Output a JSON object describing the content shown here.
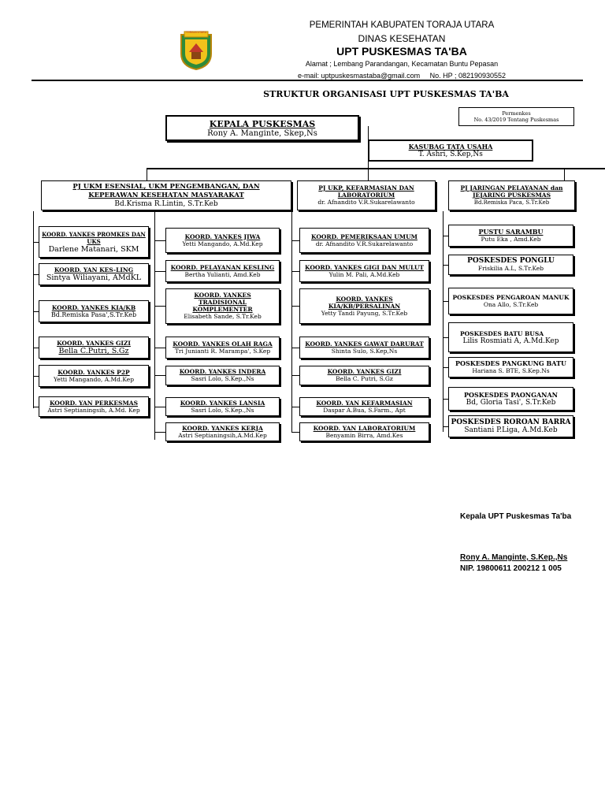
{
  "header": {
    "line1": "PEMERINTAH KABUPATEN TORAJA UTARA",
    "line2": "DINAS KESEHATAN",
    "line3": "UPT PUSKESMAS TA'BA",
    "address": "Alamat ; Lembang Parandangan, Kecamatan Buntu Pepasan",
    "contact": "e-mail: uptpuskesmastaba@gmail.com     No. HP ; 082190930552",
    "logo_text": "TORAJA UTARA"
  },
  "doc_title": "STRUKTUR ORGANISASI UPT PUSKESMAS TA'BA",
  "regulation": {
    "line1": "Permenkes",
    "line2": "No. 43/2019 Tentang Puskesmas"
  },
  "head": {
    "title": "KEPALA PUSKESMAS",
    "name": "Rony A. Manginte, Skep,Ns"
  },
  "kasubag": {
    "title": "KASUBAG TATA USAHA",
    "name": "T. Ashri, S.Kep,Ns"
  },
  "pj": [
    {
      "title": "PJ UKM ESENSIAL, UKM PENGEMBANGAN, DAN KEPERAWAN KESEHATAN MASYARAKAT",
      "name": "Bd.Krisma R.Lintin, S.Tr.Keb"
    },
    {
      "title": "PJ UKP, KEFARMASIAN DAN LABORATORIUM",
      "name": "dr. Afnandito V.R.Sukarelawanto"
    },
    {
      "title": "PJ JARINGAN PELAYANAN  dan JEJARING PUSKESMAS",
      "name": "Bd.Remiska Paca, S.Tr.Keb"
    }
  ],
  "col1": [
    {
      "title": "KOORD. YANKES PROMKES DAN UKS",
      "name": "Darlene Matanari, SKM"
    },
    {
      "title": "KOORD. YAN KES-LING",
      "name": "Sintya Wiliayani, AMdKL"
    },
    {
      "title": "KOORD. YANKES KIA/KB",
      "name": "Bd.Remiska Pasa',S.Tr.Keb"
    },
    {
      "title": "KOORD. YANKES GIZI",
      "name": "Bella C.Putri, S.Gz"
    },
    {
      "title": "KOORD. YANKES P2P",
      "name": "Yetti Mangando, A.Md.Kep"
    },
    {
      "title": "KOORD. YAN PERKESMAS",
      "name": "Astri Septianingsih, A.Md. Kep"
    }
  ],
  "col2": [
    {
      "title": "KOORD. YANKES JIWA",
      "name": "Yetti Mangando, A.Md.Kep"
    },
    {
      "title": "KOORD. PELAYANAN KESLING",
      "name": "Bertha Yulianti, Amd.Keb"
    },
    {
      "title": "KOORD. YANKES TRADISIONAL KOMPLEMENTER",
      "name": "Elisabeth Sande, S.Tr.Keb"
    },
    {
      "title": "KOORD. YANKES OLAH RAGA",
      "name": "Tri Junianti R. Marampa', S.Kep"
    },
    {
      "title": "KOORD. YANKES INDERA",
      "name": "Sasri Lolo, S.Kep.,Ns"
    },
    {
      "title": "KOORD. YANKES LANSIA",
      "name": "Sasri Lolo, S.Kep.,Ns"
    },
    {
      "title": "KOORD. YANKES KERJA",
      "name": "Astri Septianingsih,A.Md.Kep"
    }
  ],
  "col3": [
    {
      "title": "KOORD. PEMERIKSAAN UMUM",
      "name": "dr. Afnandito V.R.Sukarelawanto"
    },
    {
      "title": "KOORD. YANKES GIGI DAN MULUT",
      "name": "Yulin M. Pali, A.Md.Keb"
    },
    {
      "title": "KOORD. YANKES KIA/KB/PERSALINAN",
      "name": "Yetty Tandi Payung, S.Tr.Keb"
    },
    {
      "title": "KOORD. YANKES GAWAT DARURAT",
      "name": "Shinta Sulo, S.Kep,Ns"
    },
    {
      "title": "KOORD. YANKES GIZI",
      "name": "Bella C. Putri, S.Gz"
    },
    {
      "title": "KOORD. YAN KEFARMASIAN",
      "name": "Daspar A.Bua, S.Farm., Apt"
    },
    {
      "title": "KOORD. YAN LABORATORIUM",
      "name": "Benyamin Birra, Amd.Kes"
    }
  ],
  "col4": [
    {
      "title": "PUSTU SARAMBU",
      "name": "Putu Eka , Amd.Keb"
    },
    {
      "title": "POSKESDES PONGLU",
      "name": "Friskilia A.L, S.Tr.Keb"
    },
    {
      "title": "POSKESDES PENGAROAN MANUK",
      "name": "Ona Allo, S.Tr.Keb"
    },
    {
      "title": "POSKESDES BATU BUSA",
      "name": "Lilis Rosmiati A, A.Md.Kep"
    },
    {
      "title": "POSKESDES PANGKUNG BATU",
      "name": "Hariana S. BTE, S.Kep.Ns"
    },
    {
      "title": "POSKESDES PAONGANAN",
      "name": "Bd, Gloria Tasi', S.Tr.Keb"
    },
    {
      "title": "POSKESDES ROROAN BARRA",
      "name": "Santiani P.Liga, A.Md.Keb"
    }
  ],
  "signature": {
    "role": "Kepala UPT Puskesmas Ta'ba",
    "name": "Rony A. Manginte, S.Kep.,Ns",
    "nip": "NIP. 19800611 200212 1 005"
  }
}
